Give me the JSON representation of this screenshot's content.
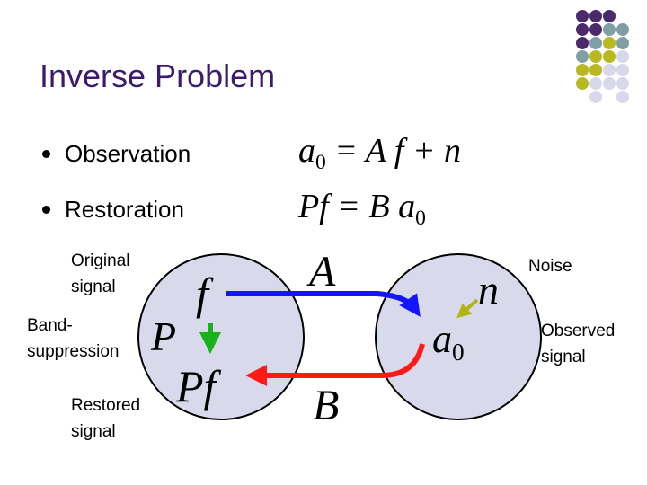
{
  "title": "Inverse Problem",
  "bullets": [
    {
      "label": "Observation",
      "equation": {
        "lhs_a": "a",
        "lhs_sub": "0",
        "rest": " = A f + n"
      }
    },
    {
      "label": "Restoration",
      "equation": {
        "lhs": "Pf = B a",
        "sub": "0"
      }
    }
  ],
  "labels": {
    "original_signal": [
      "Original",
      "signal"
    ],
    "band_suppression": [
      "Band-",
      "suppression"
    ],
    "restored_signal": [
      "Restored",
      "signal"
    ],
    "noise": "Noise",
    "observed_signal": [
      "Observed",
      "signal"
    ]
  },
  "symbols": {
    "f": "f",
    "P": "P",
    "Pf": "Pf",
    "A": "A",
    "B": "B",
    "n": "n",
    "a0_base": "a",
    "a0_sub": "0"
  },
  "colors": {
    "title": "#3d1a6e",
    "circle_fill": "#d9d9ec",
    "arrow_forward": "#1414ff",
    "arrow_back": "#ff1a1a",
    "arrow_projection": "#1ab21a",
    "arrow_noise": "#b3b314",
    "deco_purple": "#4a2a6a",
    "deco_teal": "#7f9fa5",
    "deco_olive": "#b8b820",
    "deco_lavender": "#d8d8ea"
  },
  "decor_grid": [
    [
      "purple",
      "purple",
      "purple",
      null
    ],
    [
      "purple",
      "purple",
      "teal",
      "teal"
    ],
    [
      "purple",
      "teal",
      "olive",
      "teal"
    ],
    [
      "teal",
      "olive",
      "olive",
      "lavender"
    ],
    [
      "olive",
      "olive",
      "lavender",
      "lavender"
    ],
    [
      "olive",
      "lavender",
      "lavender",
      "lavender"
    ],
    [
      null,
      "lavender",
      null,
      "lavender"
    ]
  ]
}
